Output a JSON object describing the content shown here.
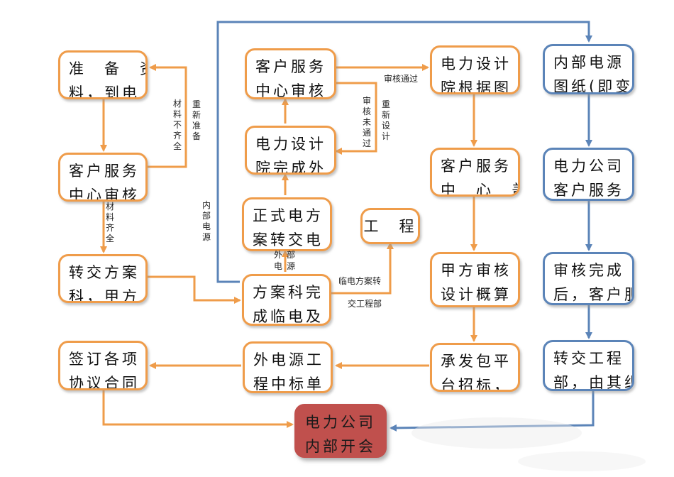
{
  "boxes": {
    "prepare": [
      "准　备　资",
      "料，到电"
    ],
    "cs_review1": [
      "客户服务",
      "中心审核"
    ],
    "transfer": [
      "转交方案",
      "科，甲方"
    ],
    "sign": [
      "签订各项",
      "协议合同"
    ],
    "cs_review2": [
      "客户服务",
      "中心审核"
    ],
    "design_complete": [
      "电力设计",
      "院完成外"
    ],
    "formal": [
      "正式电方",
      "案转交电"
    ],
    "scheme_done": [
      "方案科完",
      "成临电及"
    ],
    "ext_power": [
      "外电源工",
      "程中标单"
    ],
    "engineering": [
      "工　程"
    ],
    "design_drawing": [
      "电力设计",
      "院根据图"
    ],
    "cs_stamp": [
      "客户服务",
      "中　心　盖"
    ],
    "party_a": [
      "甲方审核",
      "设计概算"
    ],
    "contract": [
      "承发包平",
      "台招标，"
    ],
    "internal_drawing": [
      "内部电源",
      "图纸(即变"
    ],
    "power_cs": [
      "电力公司",
      "客户服务"
    ],
    "review_done": [
      "审核完成",
      "后，客户服"
    ],
    "transfer_eng": [
      "转交工程",
      "部，由其组"
    ],
    "meeting": [
      "电力公司",
      "内部开会"
    ]
  },
  "labels": {
    "material_incomplete": "材料不齐全",
    "reprepare": "重新准备",
    "material_complete": "材料齐全",
    "internal_power": "内部电源",
    "external_power": "外部电源",
    "review_pass": "审核通过",
    "review_fail": "审核未通过",
    "redesign": "重新设计",
    "temp_scheme_1": "临电方案转",
    "temp_scheme_2": "交工程部"
  },
  "colors": {
    "orange": "#ef9c4a",
    "blue": "#5b84b8",
    "red": "#c0504d"
  }
}
